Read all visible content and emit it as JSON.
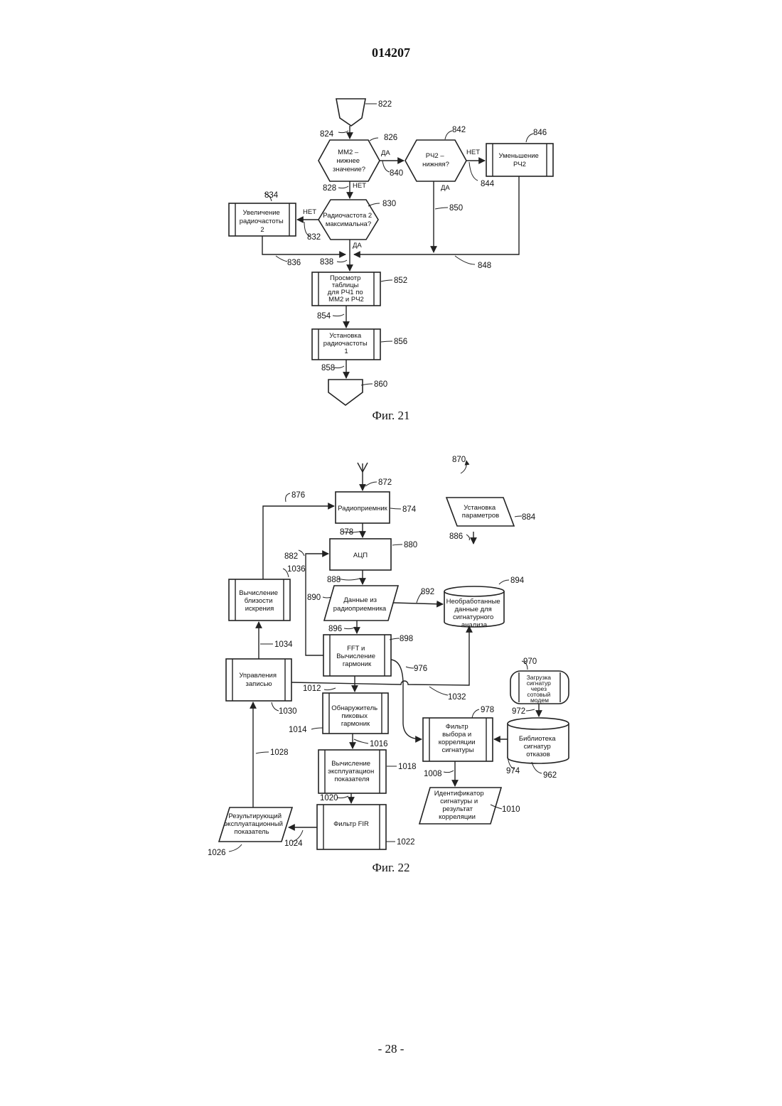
{
  "document": {
    "number": "014207",
    "footer": "- 28 -"
  },
  "fig21": {
    "caption": "Фиг. 21",
    "blocks": {
      "mm2": [
        "ММ2 –",
        "нижнее",
        "значение?"
      ],
      "rf2_low": [
        "РЧ2 –",
        "нижняя?"
      ],
      "decrease": [
        "Уменьшение",
        "РЧ2"
      ],
      "rf2_max": [
        "Радиочастота 2",
        "максимальна?"
      ],
      "increase": [
        "Увеличение",
        "радиочастоты",
        "2"
      ],
      "lookup": [
        "Просмотр",
        "таблицы",
        "для РЧ1 по",
        "ММ2 и РЧ2"
      ],
      "set_rf1": [
        "Установка",
        "радиочастоты",
        "1"
      ]
    },
    "labels": {
      "yes": "ДА",
      "no": "НЕТ"
    },
    "refs": {
      "r822": "822",
      "r824": "824",
      "r826": "826",
      "r842": "842",
      "r846": "846",
      "r840": "840",
      "r844": "844",
      "r828": "828",
      "r830": "830",
      "r834": "834",
      "r850": "850",
      "r832": "832",
      "r836": "836",
      "r838": "838",
      "r848": "848",
      "r852": "852",
      "r854": "854",
      "r856": "856",
      "r858": "858",
      "r860": "860"
    }
  },
  "fig22": {
    "caption": "Фиг. 22",
    "blocks": {
      "receiver": [
        "Радиоприемник"
      ],
      "params": [
        "Установка",
        "параметров"
      ],
      "adc": [
        "АЦП"
      ],
      "spark": [
        "Вычисление",
        "близости",
        "искрения"
      ],
      "rx_data": [
        "Данные из",
        "радиоприемника"
      ],
      "raw_data": [
        "Необработанные",
        "данные для",
        "сигнатурного",
        "анализа"
      ],
      "fft": [
        "FFT и",
        "Вычисление",
        "гармоник"
      ],
      "modem": [
        "Загрузка",
        "сигнатур",
        "через",
        "сотовый",
        "модем"
      ],
      "record": [
        "Управления",
        "записью"
      ],
      "peak": [
        "Обнаружитель",
        "пиковых",
        "гармоник"
      ],
      "filter_sel": [
        "Фильтр",
        "выбора и",
        "корреляции",
        "сигнатуры"
      ],
      "library": [
        "Библиотека",
        "сигнатур",
        "отказов"
      ],
      "perf": [
        "Вычисление",
        "эксплуатацион",
        "показателя"
      ],
      "sig_id": [
        "Идентификатор",
        "сигнатуры и",
        "результат",
        "корреляции"
      ],
      "result": [
        "Результирующий",
        "эксплуатационный",
        "показатель"
      ],
      "fir": [
        "Фильтр FIR"
      ]
    },
    "refs": {
      "r870": "870",
      "r872": "872",
      "r874": "874",
      "r876": "876",
      "r878": "878",
      "r880": "880",
      "r882": "882",
      "r884": "884",
      "r886": "886",
      "r888": "888",
      "r890": "890",
      "r892": "892",
      "r894": "894",
      "r896": "896",
      "r898": "898",
      "r1036": "1036",
      "r1034": "1034",
      "r976": "976",
      "r970": "970",
      "r1012": "1012",
      "r1032": "1032",
      "r1030": "1030",
      "r978": "978",
      "r972": "972",
      "r1014": "1014",
      "r1016": "1016",
      "r1028": "1028",
      "r1018": "1018",
      "r974": "974",
      "r962": "962",
      "r1008": "1008",
      "r1010": "1010",
      "r1020": "1020",
      "r1024": "1024",
      "r1022": "1022",
      "r1026": "1026"
    }
  }
}
